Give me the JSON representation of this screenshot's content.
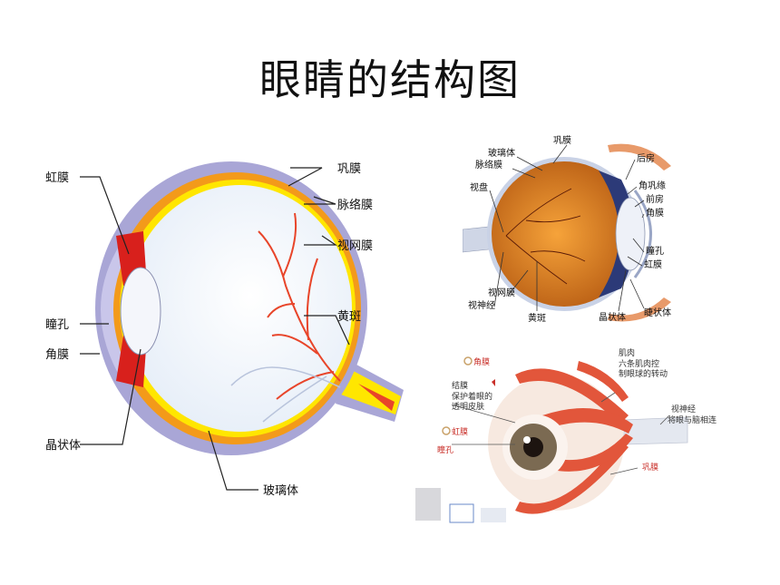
{
  "title": "眼睛的结构图",
  "left_diagram": {
    "labels": {
      "iris": "虹膜",
      "pupil": "瞳孔",
      "cornea": "角膜",
      "lens": "晶状体",
      "sclera": "巩膜",
      "choroid": "脉络膜",
      "retina": "视网膜",
      "macula": "黄斑",
      "vitreous": "玻璃体"
    }
  },
  "top_right_diagram": {
    "labels": {
      "sclera": "巩膜",
      "vitreous": "玻璃体",
      "choroid": "脉络膜",
      "optic_disc": "视盘",
      "retina": "视网膜",
      "optic_nerve": "视神经",
      "macula": "黄斑",
      "posterior_chamber": "后房",
      "limbus": "角巩缘",
      "anterior_chamber": "前房",
      "cornea": "角膜",
      "pupil": "瞳孔",
      "iris": "虹膜",
      "lens": "晶状体",
      "ciliary_body": "睫状体"
    }
  },
  "bottom_right_diagram": {
    "labels": {
      "cornea": "角膜",
      "conjunctiva": "结膜",
      "conjunctiva_desc1": "保护着眼的",
      "conjunctiva_desc2": "透明皮肤",
      "iris": "虹膜",
      "pupil": "瞳孔",
      "muscle": "肌肉",
      "muscle_desc1": "六条肌肉控",
      "muscle_desc2": "制眼球的转动",
      "optic_nerve": "视神经",
      "optic_nerve_desc": "将眼与脑相连",
      "sclera": "巩膜"
    }
  },
  "colors": {
    "sclera_purple": "#a9a6d6",
    "choroid_orange": "#f39a1a",
    "retina_yellow": "#ffe600",
    "vessel_red": "#e8452a",
    "iris_red": "#d8201c"
  }
}
